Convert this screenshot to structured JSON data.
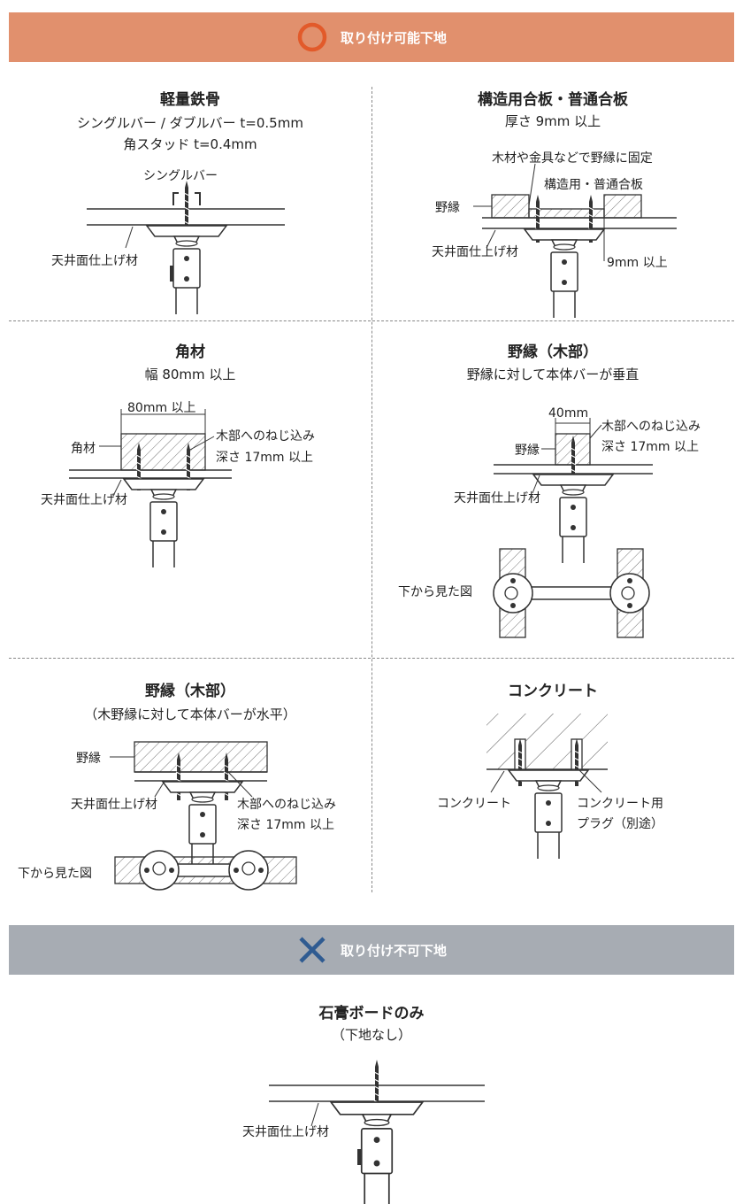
{
  "banners": {
    "ok_label": "取り付け可能下地",
    "ok_color": "#e1906d",
    "ok_icon": "circle-icon",
    "ng_label": "取り付け不可下地",
    "ng_color": "#a7acb3",
    "ng_icon": "cross-icon"
  },
  "panels": {
    "steel": {
      "title": "軽量鉄骨",
      "sub1": "シングルバー / ダブルバー t=0.5mm",
      "sub2": "角スタッド t=0.4mm",
      "label_bar": "シングルバー",
      "label_ceiling": "天井面仕上げ材"
    },
    "plywood": {
      "title": "構造用合板・普通合板",
      "sub1": "厚さ 9mm 以上",
      "label_fix": "木材や金具などで野縁に固定",
      "label_board": "構造用・普通合板",
      "label_nobuchi": "野縁",
      "label_ceiling": "天井面仕上げ材",
      "label_thickness": "9mm 以上"
    },
    "kakuzai": {
      "title": "角材",
      "sub1": "幅 80mm 以上",
      "label_width": "80mm 以上",
      "label_kakuzai": "角材",
      "label_screw": "木部へのねじ込み",
      "label_depth": "深さ 17mm 以上",
      "label_ceiling": "天井面仕上げ材"
    },
    "nobuchi_v": {
      "title": "野縁（木部）",
      "sub1": "野縁に対して本体バーが垂直",
      "label_width": "40mm",
      "label_screw": "木部へのねじ込み",
      "label_depth": "深さ 17mm 以上",
      "label_nobuchi": "野縁",
      "label_ceiling": "天井面仕上げ材",
      "label_bottom": "下から見た図"
    },
    "nobuchi_h": {
      "title": "野縁（木部）",
      "sub1": "（木野縁に対して本体バーが水平）",
      "label_nobuchi": "野縁",
      "label_ceiling": "天井面仕上げ材",
      "label_screw": "木部へのねじ込み",
      "label_depth": "深さ 17mm 以上",
      "label_bottom": "下から見た図"
    },
    "concrete": {
      "title": "コンクリート",
      "label_concrete": "コンクリート",
      "label_plug1": "コンクリート用",
      "label_plug2": "プラグ（別途）"
    },
    "gypsum": {
      "title": "石膏ボードのみ",
      "sub1": "（下地なし）",
      "label_ceiling": "天井面仕上げ材"
    }
  }
}
